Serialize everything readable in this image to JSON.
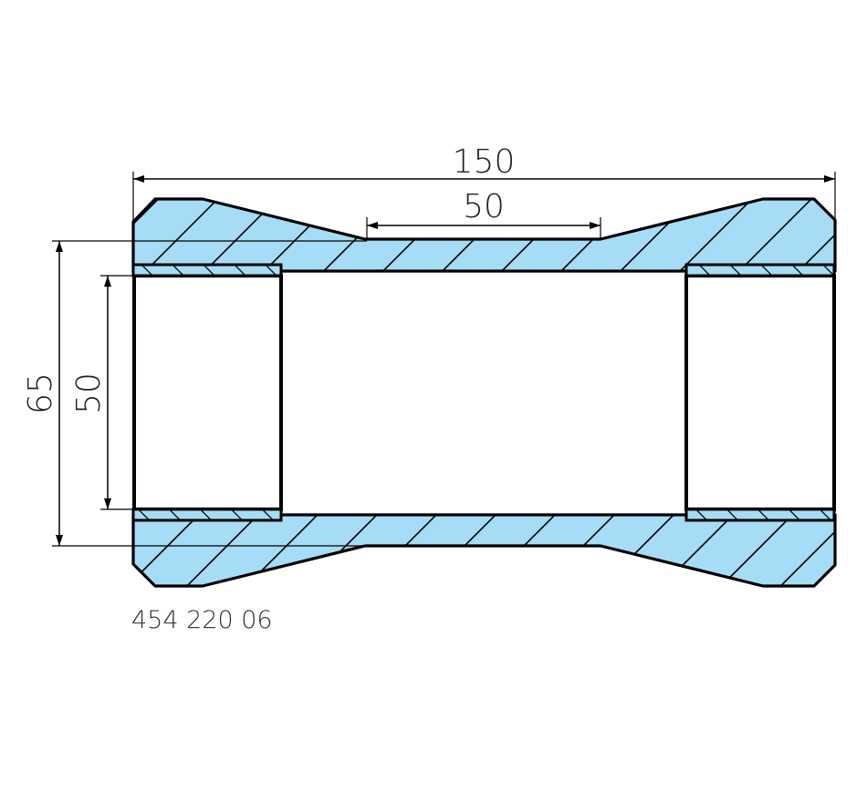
{
  "drawing": {
    "part_number": "454 220 06",
    "fill_color": "#a6dcf5",
    "line_color": "#000000"
  },
  "dimensions": {
    "overall_length": "150",
    "center_length": "50",
    "outer_diameter_small": "65",
    "bore_diameter": "50"
  }
}
